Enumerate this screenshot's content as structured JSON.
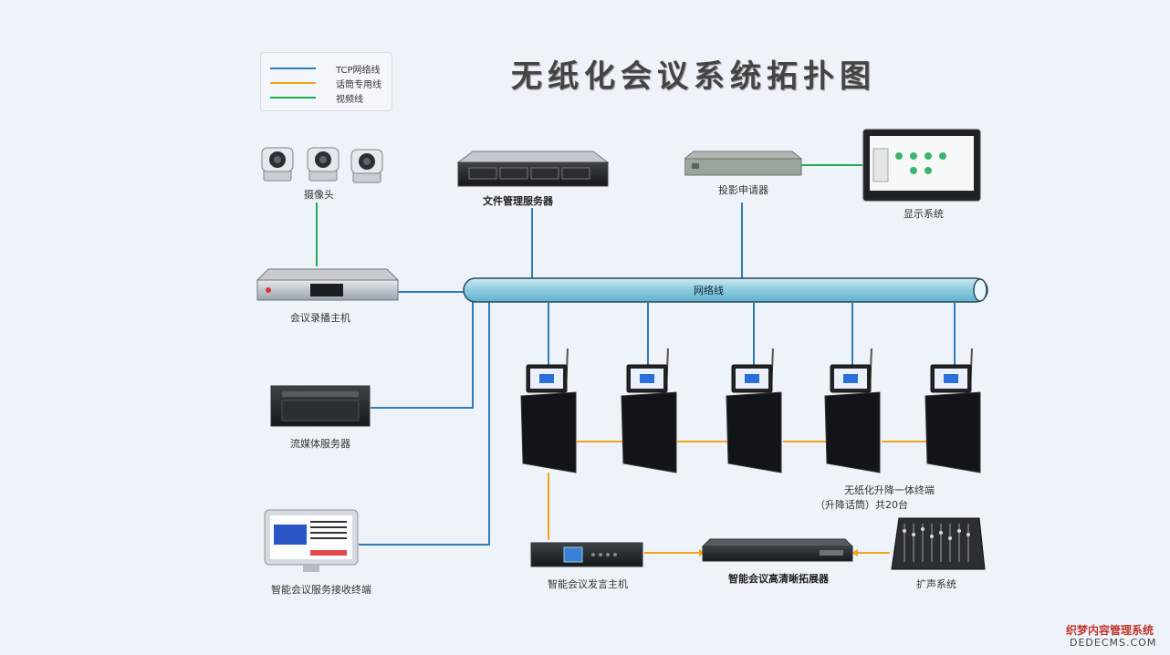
{
  "title": "无纸化会议系统拓扑图",
  "legend": {
    "items": [
      {
        "label": "TCP网络线",
        "color": "#2f7bbf"
      },
      {
        "label": "话筒专用线",
        "color": "#f2a21b"
      },
      {
        "label": "视频线",
        "color": "#1fae4f"
      }
    ]
  },
  "backbone_label": "网络线",
  "devices": {
    "camera": "摄像头",
    "file_server": "文件管理服务器",
    "projector": "投影申请器",
    "display": "显示系统",
    "recorder": "会议录播主机",
    "streaming": "流媒体服务器",
    "receiver": "智能会议服务接收终端",
    "terminal_line1": "无纸化升降一体终端",
    "terminal_line2": "（升降话筒）共20台",
    "speech_host": "智能会议发言主机",
    "extender": "智能会议高清晰拓展器",
    "amplifier": "扩声系统"
  },
  "watermark": {
    "line1": "织梦内容管理系统",
    "line2": "DEDECMS.COM"
  }
}
